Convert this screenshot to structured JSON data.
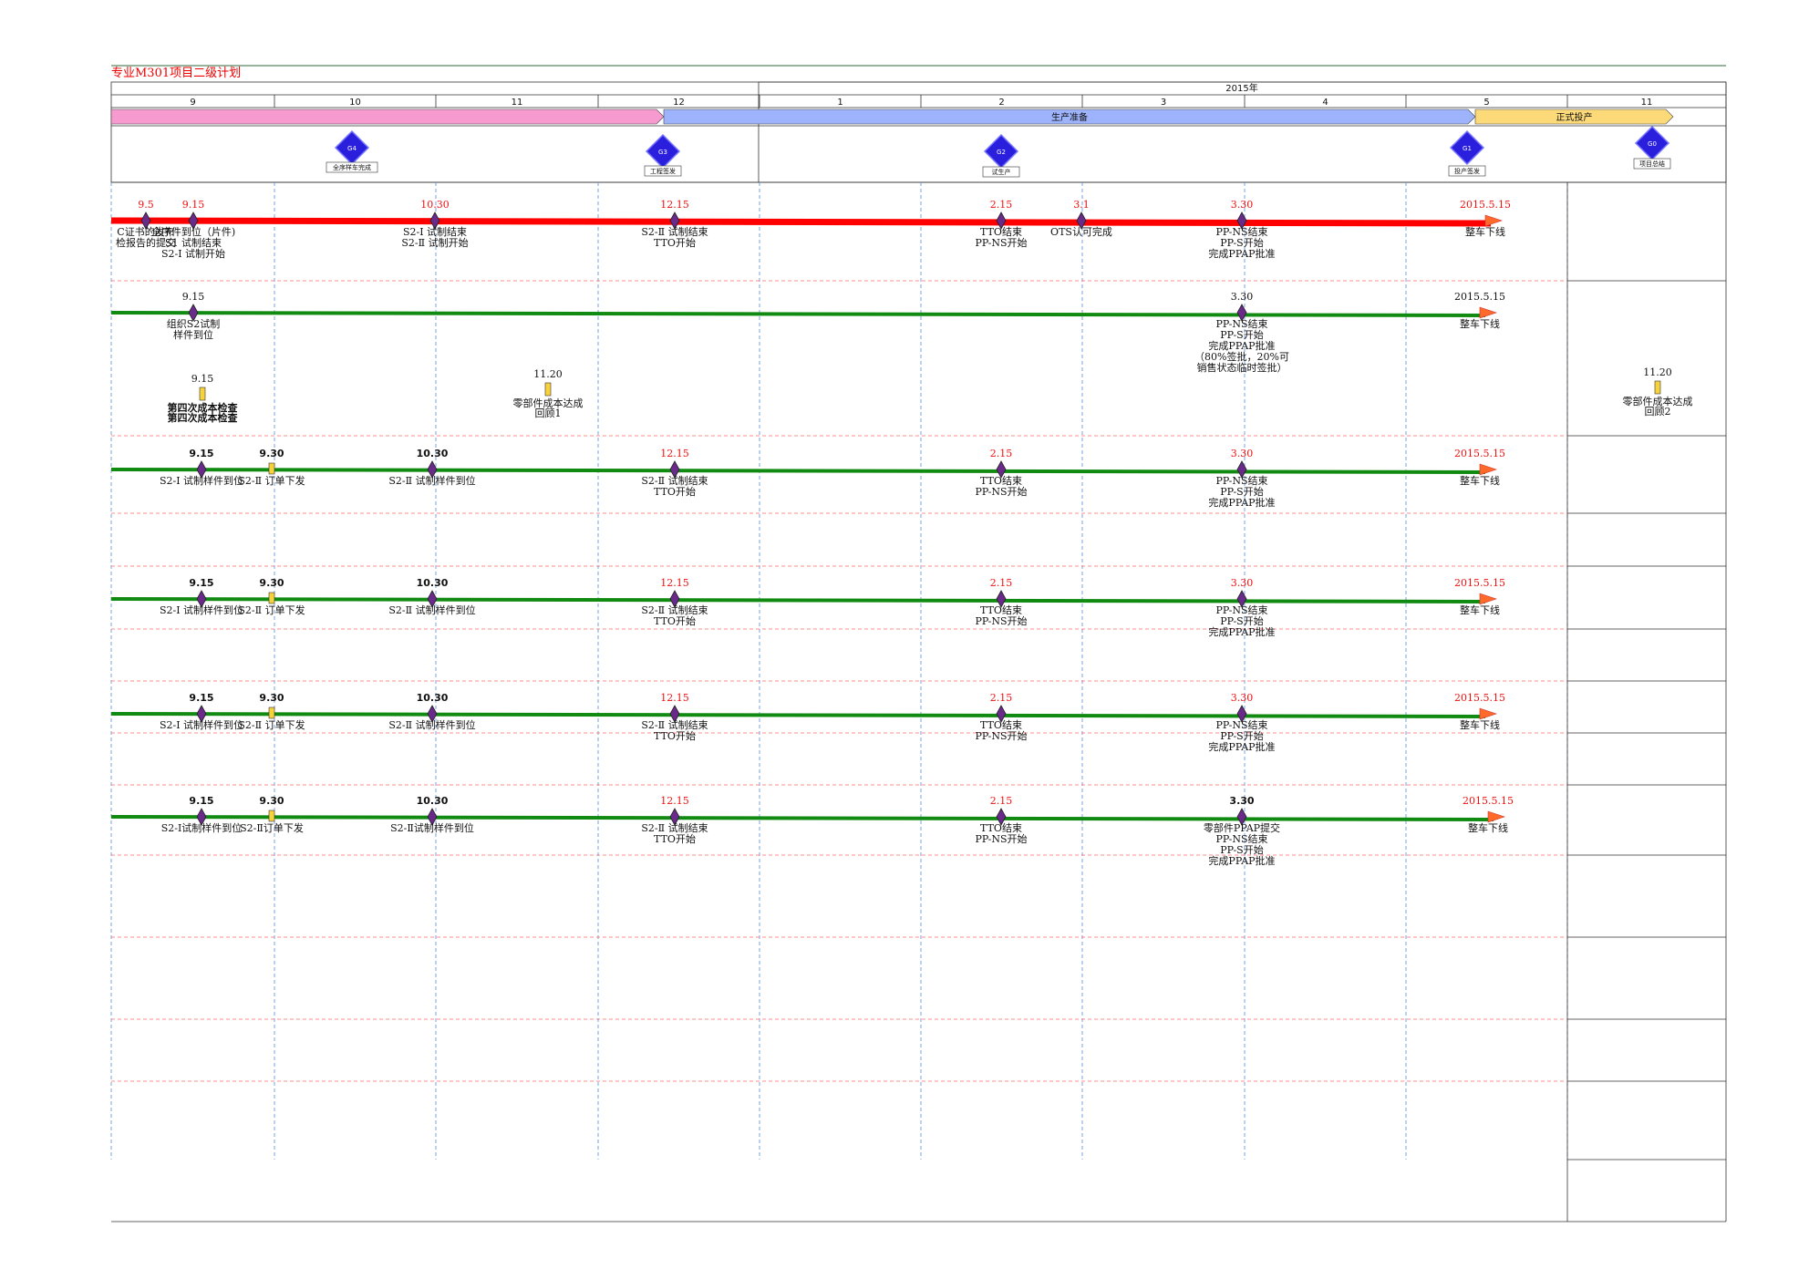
{
  "title": "专业M301项目二级计划",
  "year_label": "2015年",
  "months": [
    "9",
    "10",
    "11",
    "12",
    "1",
    "2",
    "3",
    "4",
    "5",
    "11"
  ],
  "phases": [
    {
      "label": "",
      "color": "#f79ad0"
    },
    {
      "label": "生产准备",
      "color": "#9db3fb"
    },
    {
      "label": "正式投产",
      "color": "#fcd979"
    }
  ],
  "gates": [
    {
      "id": "G4",
      "caption": "全序样车完成",
      "color": "#2a1fdc"
    },
    {
      "id": "G3",
      "caption": "工程签发",
      "color": "#2a1fdc"
    },
    {
      "id": "G2",
      "caption": "试生产",
      "color": "#2a1fdc"
    },
    {
      "id": "G1",
      "caption": "投产签发",
      "color": "#2a1fdc"
    },
    {
      "id": "G0",
      "caption": "项目总结",
      "color": "#2a1fdc"
    }
  ],
  "colors": {
    "main_line": "#ff0000",
    "track_line": "#118a11",
    "grid_red": "#ff6a6a",
    "grid_blue": "#5a8ad8",
    "end_flag": "#ff6a2a"
  },
  "rows": [
    {
      "milestones": [
        {
          "date": "9.5",
          "lines": [
            "C证书的发布",
            "检报告的提交"
          ]
        },
        {
          "date": "9.15",
          "lines": [
            "全序件到位（片件)",
            "S1 试制结束",
            "S2-Ⅰ 试制开始"
          ]
        },
        {
          "date": "10.30",
          "lines": [
            "S2-Ⅰ 试制结束",
            "S2-Ⅱ 试制开始"
          ]
        },
        {
          "date": "12.15",
          "lines": [
            "S2-Ⅱ 试制结束",
            "TTO开始"
          ]
        },
        {
          "date": "2.15",
          "lines": [
            "TTO结束",
            "PP-NS开始"
          ]
        },
        {
          "date": "3.1",
          "lines": [
            "OTS认可完成"
          ]
        },
        {
          "date": "3.30",
          "lines": [
            "PP-NS结束",
            "PP-S开始",
            "完成PPAP批准"
          ]
        },
        {
          "date": "2015.5.15",
          "lines": [
            "整车下线"
          ]
        }
      ]
    },
    {
      "milestones": [
        {
          "date": "9.15",
          "lines": [
            "组织S2试制",
            "样件到位"
          ]
        },
        {
          "date": "3.30",
          "lines": [
            "PP-NS结束",
            "PP-S开始",
            "完成PPAP批准",
            "（80%签批，20%可",
            "销售状态临时签批）"
          ]
        },
        {
          "date": "2015.5.15",
          "lines": [
            "整车下线"
          ]
        }
      ],
      "cost_checks": [
        {
          "date": "9.15",
          "lines": [
            "第四次成本检查",
            "第四次成本检查"
          ]
        },
        {
          "date": "11.20",
          "lines": [
            "零部件成本达成",
            "回顾1"
          ]
        },
        {
          "date": "11.20",
          "lines": [
            "零部件成本达成",
            "回顾2"
          ]
        }
      ]
    },
    {
      "milestones": [
        {
          "date": "9.15",
          "lines": [
            "S2-Ⅰ 试制样件到位"
          ]
        },
        {
          "date": "9.30",
          "lines": [
            "S2-Ⅱ 订单下发"
          ]
        },
        {
          "date": "10.30",
          "lines": [
            "S2-Ⅱ 试制样件到位"
          ]
        },
        {
          "date": "12.15",
          "lines": [
            "S2-Ⅱ 试制结束",
            "TTO开始"
          ]
        },
        {
          "date": "2.15",
          "lines": [
            "TTO结束",
            "PP-NS开始"
          ]
        },
        {
          "date": "3.30",
          "lines": [
            "PP-NS结束",
            "PP-S开始",
            "完成PPAP批准"
          ]
        },
        {
          "date": "2015.5.15",
          "lines": [
            "整车下线"
          ]
        }
      ]
    },
    {
      "milestones": [
        {
          "date": "9.15",
          "lines": [
            "S2-Ⅰ 试制样件到位"
          ]
        },
        {
          "date": "9.30",
          "lines": [
            "S2-Ⅱ 订单下发"
          ]
        },
        {
          "date": "10.30",
          "lines": [
            "S2-Ⅱ 试制样件到位"
          ]
        },
        {
          "date": "12.15",
          "lines": [
            "S2-Ⅱ 试制结束",
            "TTO开始"
          ]
        },
        {
          "date": "2.15",
          "lines": [
            "TTO结束",
            "PP-NS开始"
          ]
        },
        {
          "date": "3.30",
          "lines": [
            "PP-NS结束",
            "PP-S开始",
            "完成PPAP批准"
          ]
        },
        {
          "date": "2015.5.15",
          "lines": [
            "整车下线"
          ]
        }
      ]
    },
    {
      "milestones": [
        {
          "date": "9.15",
          "lines": [
            "S2-Ⅰ 试制样件到位"
          ]
        },
        {
          "date": "9.30",
          "lines": [
            "S2-Ⅱ 订单下发"
          ]
        },
        {
          "date": "10.30",
          "lines": [
            "S2-Ⅱ 试制样件到位"
          ]
        },
        {
          "date": "12.15",
          "lines": [
            "S2-Ⅱ 试制结束",
            "TTO开始"
          ]
        },
        {
          "date": "2.15",
          "lines": [
            "TTO结束",
            "PP-NS开始"
          ]
        },
        {
          "date": "3.30",
          "lines": [
            "PP-NS结束",
            "PP-S开始",
            "完成PPAP批准"
          ]
        },
        {
          "date": "2015.5.15",
          "lines": [
            "整车下线"
          ]
        }
      ]
    },
    {
      "milestones": [
        {
          "date": "9.15",
          "lines": [
            "S2-Ⅰ试制样件到位"
          ]
        },
        {
          "date": "9.30",
          "lines": [
            "S2-Ⅱ订单下发"
          ]
        },
        {
          "date": "10.30",
          "lines": [
            "S2-Ⅱ试制样件到位"
          ]
        },
        {
          "date": "12.15",
          "lines": [
            "S2-Ⅱ 试制结束",
            "TTO开始"
          ]
        },
        {
          "date": "2.15",
          "lines": [
            "TTO结束",
            "PP-NS开始"
          ]
        },
        {
          "date": "3.30",
          "lines": [
            "零部件PPAP提交",
            "PP-NS结束",
            "PP-S开始",
            "完成PPAP批准"
          ]
        },
        {
          "date": "2015.5.15",
          "lines": [
            "整车下线"
          ]
        }
      ]
    }
  ]
}
